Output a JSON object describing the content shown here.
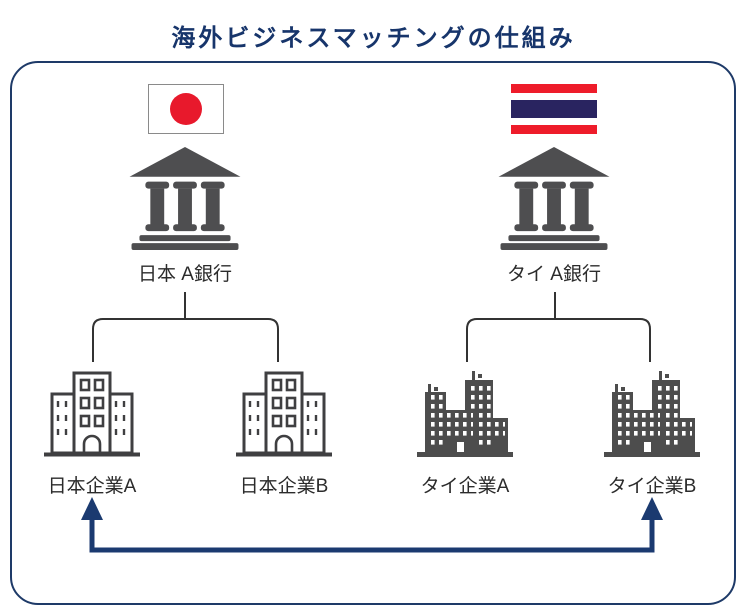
{
  "title": "海外ビジネスマッチングの仕組み",
  "colors": {
    "title_navy": "#17356b",
    "panel_border_navy": "#1e3a68",
    "icon_gray": "#4e4e50",
    "label_text": "#2b2b2b",
    "connector_gray": "#333333",
    "japan_flag_red": "#e8192c",
    "thai_flag_red": "#ee1c2a",
    "thai_flag_navy": "#292460",
    "matching_arrow_navy": "#1b3a70"
  },
  "japan": {
    "flag_name": "japan-flag",
    "bank_label": "日本 A銀行",
    "companies": [
      {
        "label": "日本企業A"
      },
      {
        "label": "日本企業B"
      }
    ]
  },
  "thailand": {
    "flag_name": "thailand-flag",
    "bank_label": "タイ A銀行",
    "companies": [
      {
        "label": "タイ企業A"
      },
      {
        "label": "タイ企業B"
      }
    ]
  },
  "matching_arrow": {
    "connects": [
      "日本企業A",
      "タイ企業B"
    ],
    "direction": "bidirectional"
  }
}
